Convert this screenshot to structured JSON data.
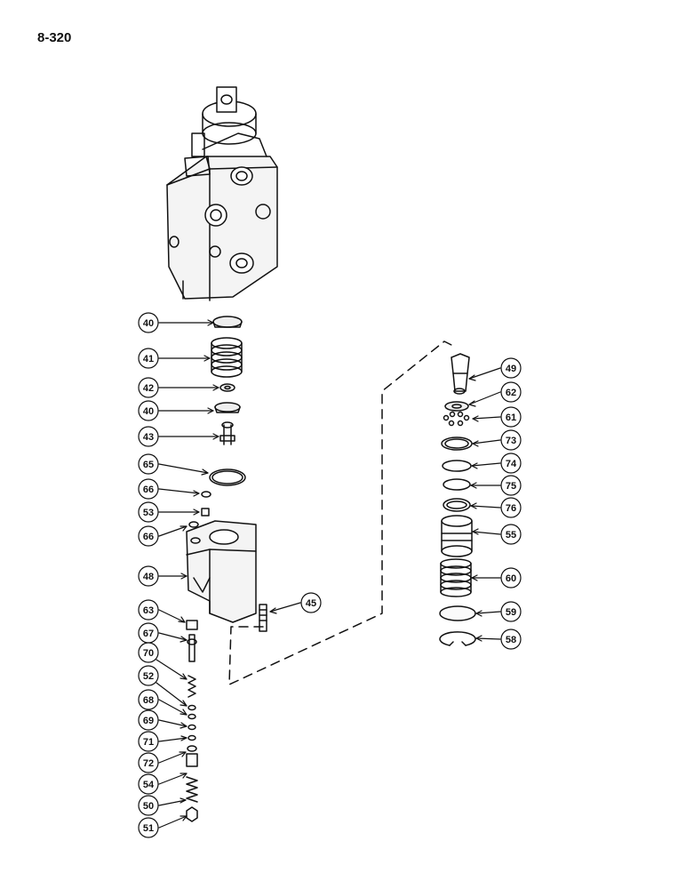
{
  "page_number": "8-320",
  "callouts": [
    {
      "id": "40"
    },
    {
      "id": "41"
    },
    {
      "id": "42"
    },
    {
      "id": "40"
    },
    {
      "id": "43"
    },
    {
      "id": "65"
    },
    {
      "id": "66"
    },
    {
      "id": "53"
    },
    {
      "id": "66"
    },
    {
      "id": "48"
    },
    {
      "id": "45"
    },
    {
      "id": "63"
    },
    {
      "id": "67"
    },
    {
      "id": "70"
    },
    {
      "id": "52"
    },
    {
      "id": "68"
    },
    {
      "id": "69"
    },
    {
      "id": "71"
    },
    {
      "id": "72"
    },
    {
      "id": "54"
    },
    {
      "id": "50"
    },
    {
      "id": "51"
    },
    {
      "id": "49"
    },
    {
      "id": "62"
    },
    {
      "id": "61"
    },
    {
      "id": "73"
    },
    {
      "id": "74"
    },
    {
      "id": "75"
    },
    {
      "id": "76"
    },
    {
      "id": "55"
    },
    {
      "id": "60"
    },
    {
      "id": "59"
    },
    {
      "id": "58"
    }
  ]
}
